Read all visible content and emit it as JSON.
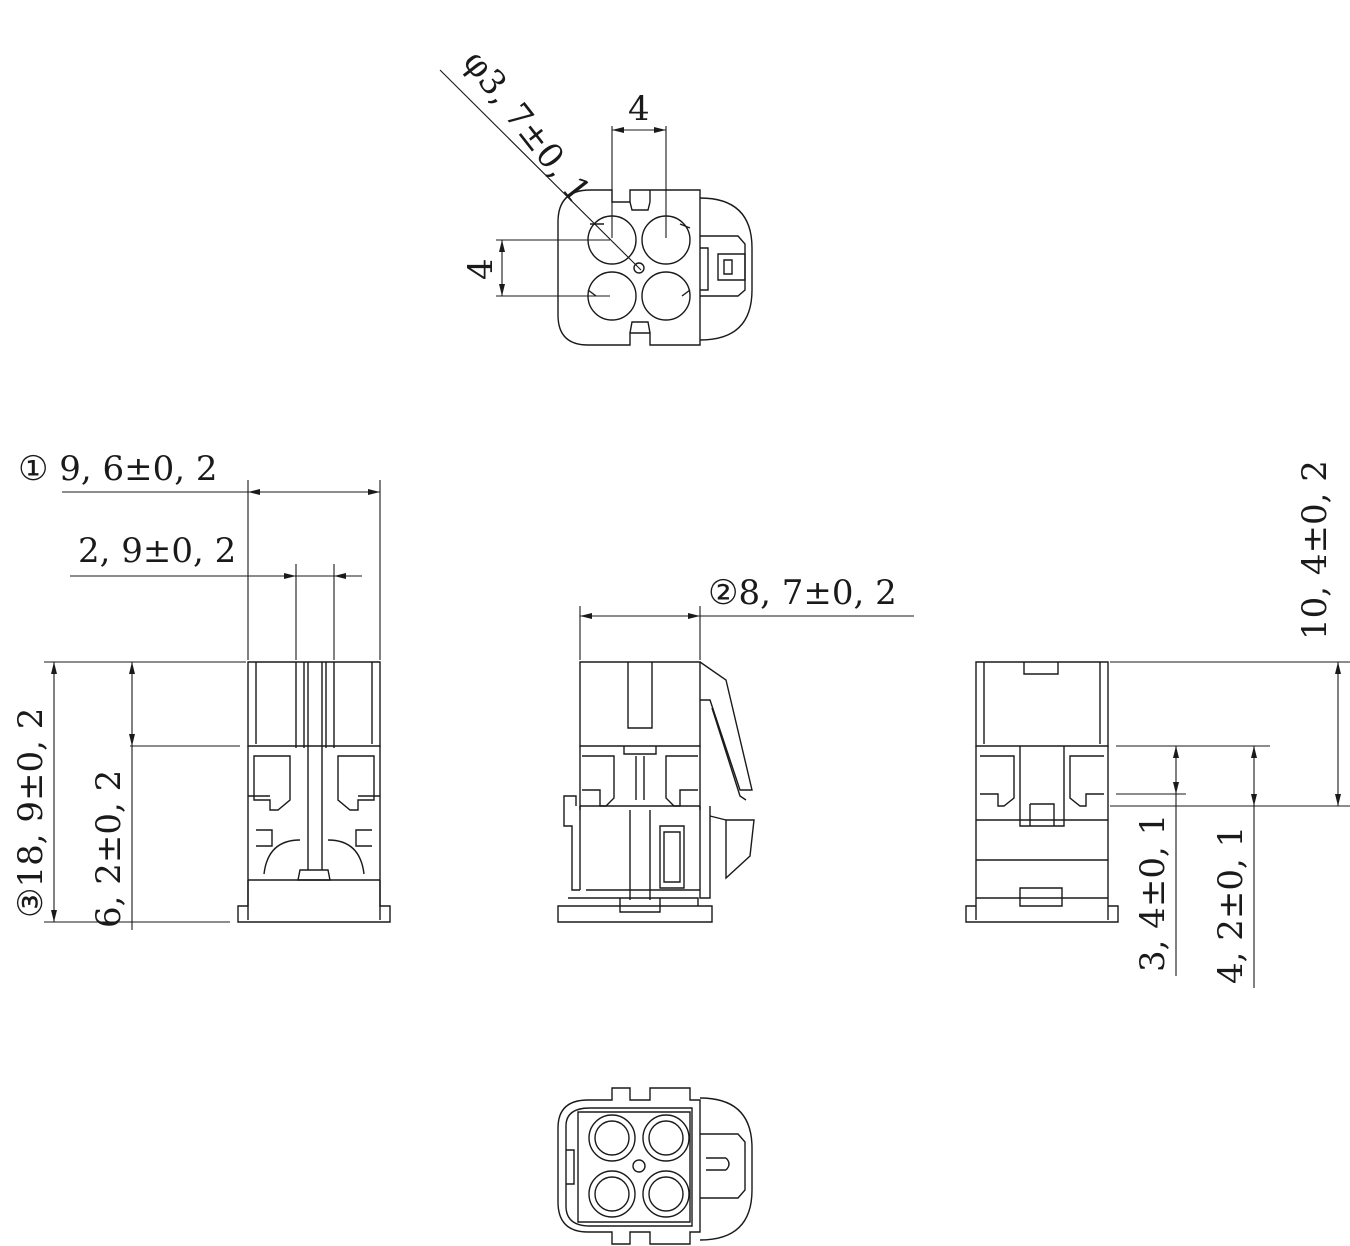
{
  "drawing": {
    "front_view": {
      "hole_diameter": "φ3, 7±0, 1",
      "pitch_horizontal": "4",
      "pitch_vertical": "4"
    },
    "left_view": {
      "width": "① 9, 6±0, 2",
      "slot_width": "2, 9±0, 2",
      "total_height": "③18, 9±0, 2",
      "upper_height": "6, 2±0, 2"
    },
    "middle_view": {
      "width": "②8, 7±0, 2"
    },
    "right_view": {
      "upper_height": "10, 4±0, 2",
      "step_a": "3, 4±0, 1",
      "step_b": "4, 2±0, 1"
    }
  }
}
